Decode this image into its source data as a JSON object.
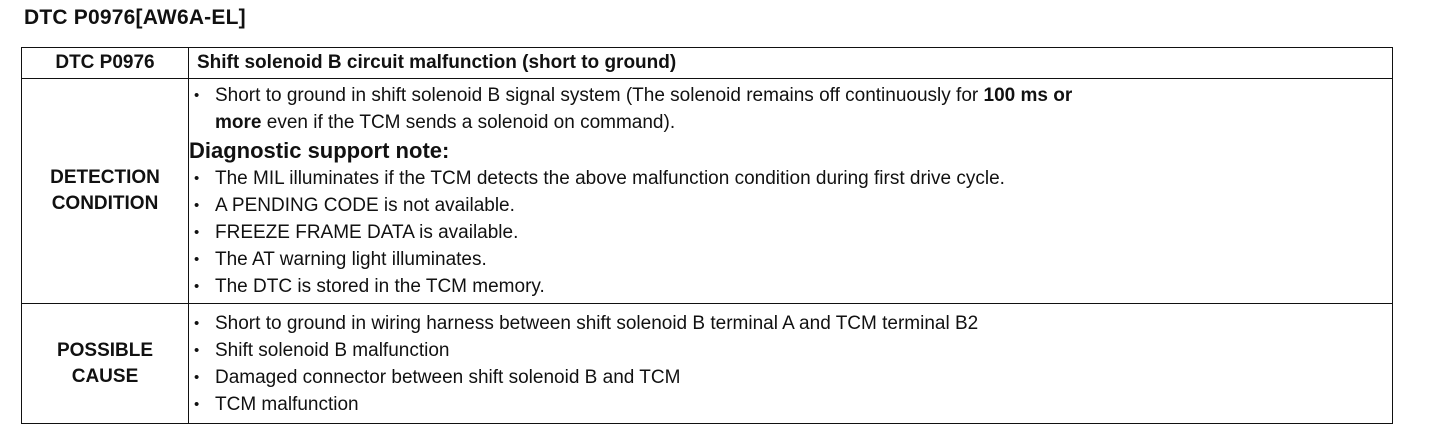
{
  "page": {
    "title": "DTC P0976[AW6A-EL]"
  },
  "table": {
    "header": {
      "code": "DTC P0976",
      "description": "Shift solenoid B circuit malfunction (short to ground)"
    },
    "detection_condition": {
      "label_line1": "DETECTION",
      "label_line2": "CONDITION",
      "main_bullet": {
        "part1": "Short to ground in shift solenoid B signal system (The solenoid remains off continuously for ",
        "bold1": "100 ms or",
        "bold2": "more",
        "part2": " even if the TCM sends a solenoid on command)."
      },
      "note_heading": "Diagnostic support note:",
      "notes": [
        "The MIL illuminates if the TCM detects the above malfunction condition during first drive cycle.",
        "A PENDING CODE is not available.",
        "FREEZE FRAME DATA is available.",
        "The AT warning light illuminates.",
        "The DTC is stored in the TCM memory."
      ]
    },
    "possible_cause": {
      "label_line1": "POSSIBLE",
      "label_line2": "CAUSE",
      "items": [
        "Short to ground in wiring harness between shift solenoid B terminal A and TCM terminal B2",
        "Shift solenoid B malfunction",
        "Damaged connector between shift solenoid B and TCM",
        "TCM malfunction"
      ]
    },
    "bullet_glyph": "•"
  }
}
